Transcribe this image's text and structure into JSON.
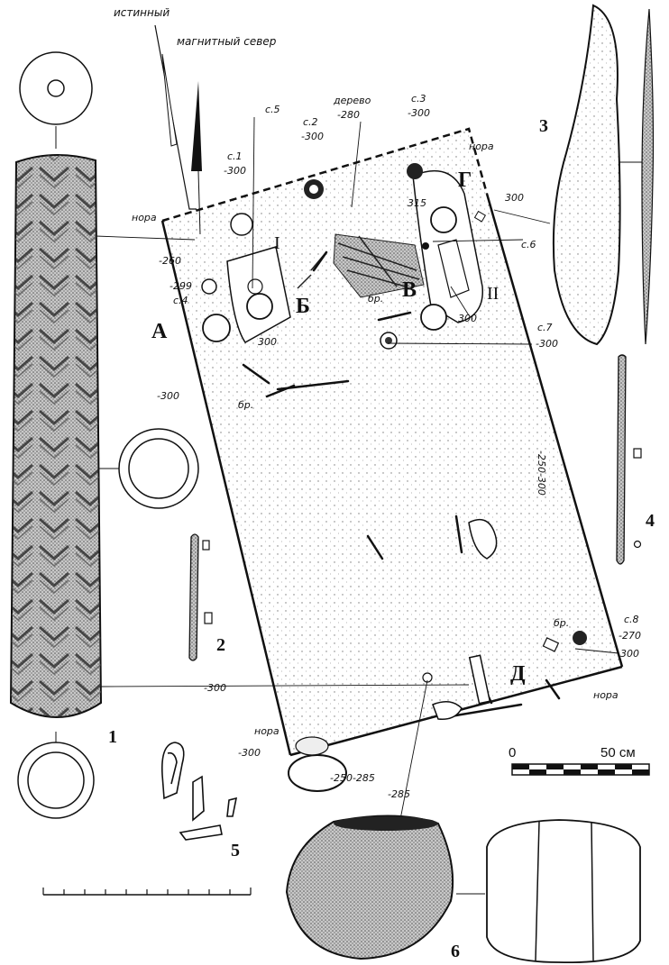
{
  "north": {
    "true_label": "истинный",
    "magnetic_label": "магнитный север"
  },
  "burrows": {
    "label": "нора"
  },
  "depths": {
    "d260": "-260",
    "d299": "-299",
    "d300": "-300",
    "d300b": "300",
    "d300c": "300",
    "d300d": "300",
    "d300e": "300",
    "d300f": "-300",
    "d300g": "-300",
    "wood": "-280",
    "d315": "315",
    "d270": "-270",
    "d250_300": "-250-300",
    "d250_285": "-250-285",
    "d285": "-285"
  },
  "wood_label": "дерево",
  "bronze": "бр.",
  "stones": {
    "s1": {
      "label": "с.1",
      "depth": "-300"
    },
    "s2": {
      "label": "с.2",
      "depth": "-300"
    },
    "s3": {
      "label": "с.3",
      "depth": "-300"
    },
    "s4": {
      "label": "с.4"
    },
    "s5": {
      "label": "с.5"
    },
    "s6": {
      "label": "с.6"
    },
    "s7": {
      "label": "с.7"
    },
    "s8": {
      "label": "с.8"
    }
  },
  "skeleton_labels": {
    "I": "I",
    "II": "II"
  },
  "vessel_labels": {
    "A": "А",
    "B": "Б",
    "V": "В",
    "G": "Г",
    "D": "Д"
  },
  "figure_numbers": {
    "n1": "1",
    "n2": "2",
    "n3": "3",
    "n4": "4",
    "n5": "5",
    "n6": "6"
  },
  "scale_bar": {
    "zero": "0",
    "end": "50 см"
  },
  "colors": {
    "ink": "#111111",
    "stipple": "#8a8a8a",
    "paper": "#ffffff"
  }
}
